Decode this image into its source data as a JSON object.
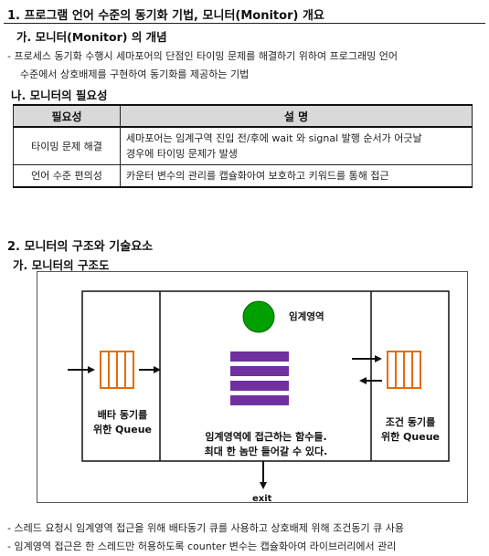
{
  "section1": {
    "heading": "1.  프로그램 언어 수준의 동기화 기법, 모니터(Monitor) 개요",
    "sub_a": "가. 모니터(Monitor) 의 개념",
    "desc_line1": "- 프로세스 동기화 수행시 세마포어의 단점인 타이밍 문제를 해결하기 위하여 프로그래밍 언어",
    "desc_line2": "수준에서 상호배제를 구현하여 동기화를 제공하는 기법",
    "sub_b": "나. 모니터의 필요성",
    "table": {
      "headers": [
        "필요성",
        "설 명"
      ],
      "rows": [
        {
          "key": "타이밍 문제 해결",
          "line1": "세마포어는 임계구역 진입 전/후에 wait 와 signal 발행 순서가 어긋날",
          "line2": "경우에 타이밍 문제가 발생"
        },
        {
          "key": "언어 수준 편의성",
          "line1": "카운터 변수의 관리를 캡슐화아여 보호하고 키워드를 통해 접근",
          "line2": ""
        }
      ]
    }
  },
  "section2": {
    "heading": "2.  모니터의 구조와 기술요소",
    "sub_a": "가. 모니터의 구조도",
    "diagram": {
      "critical_label": "임계영역",
      "entry_queue_line1": "배타 동기를",
      "entry_queue_line2": "위한 Queue",
      "func_line1": "임계영역에 접근하는 함수들.",
      "func_line2": "최대 한 놈만 들어갈 수 있다.",
      "cond_queue_line1": "조건 동기를",
      "cond_queue_line2": "위한 Queue",
      "exit_label": "exit",
      "colors": {
        "queue": "#e36c0a",
        "function": "#7030a0",
        "critical": "#008a00"
      }
    },
    "note1": "- 스레드 요청시 임계영역 접근을 위해 배타동기 큐를 사용하고 상호배제 위해 조건동기 큐 사용",
    "note2": "- 임계영역 접근은 한 스레드만 허용하도록 counter 변수는 캡슐화아여 라이브러리에서 관리"
  }
}
